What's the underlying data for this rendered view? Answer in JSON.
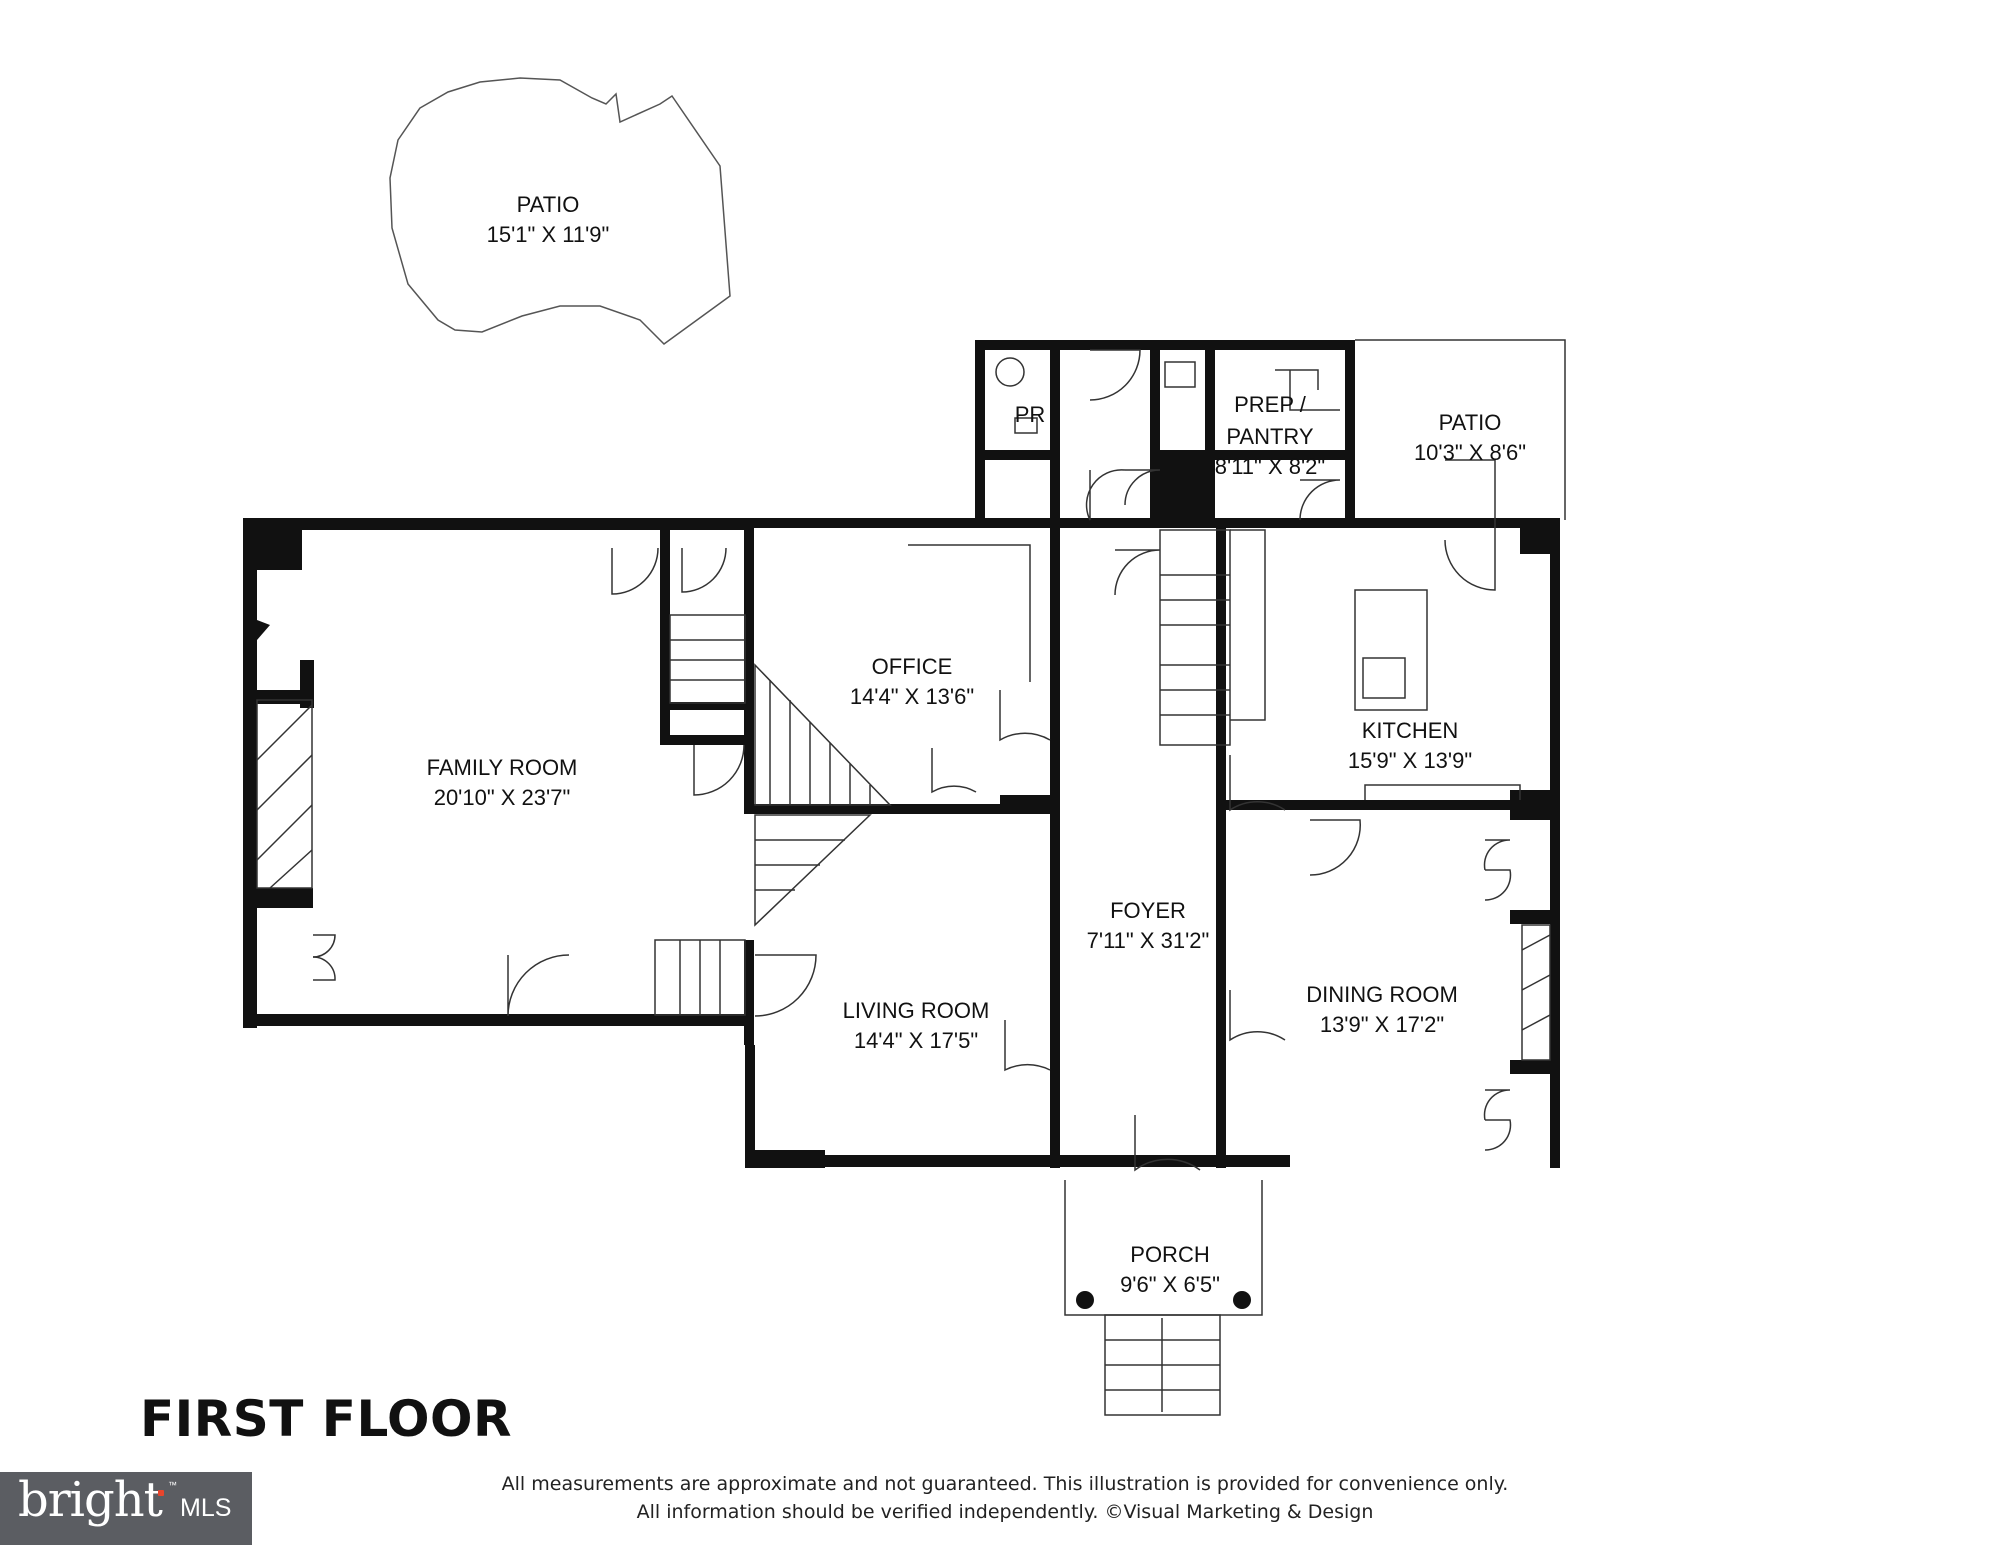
{
  "plan_title": "FIRST FLOOR",
  "rooms": {
    "patio_top": {
      "name": "PATIO",
      "dims": "15'1\" X 11'9\""
    },
    "powder_room": {
      "name": "PR"
    },
    "prep_pantry": {
      "name_line1": "PREP /",
      "name_line2": "PANTRY",
      "dims": "8'11\" X 8'2\""
    },
    "patio_right": {
      "name": "PATIO",
      "dims": "10'3\" X 8'6\""
    },
    "office": {
      "name": "OFFICE",
      "dims": "14'4\" X 13'6\""
    },
    "kitchen": {
      "name": "KITCHEN",
      "dims": "15'9\" X 13'9\""
    },
    "family_room": {
      "name": "FAMILY ROOM",
      "dims": "20'10\" X 23'7\""
    },
    "foyer": {
      "name": "FOYER",
      "dims": "7'11\" X 31'2\""
    },
    "living_room": {
      "name": "LIVING ROOM",
      "dims": "14'4\" X 17'5\""
    },
    "dining_room": {
      "name": "DINING ROOM",
      "dims": "13'9\" X 17'2\""
    },
    "porch": {
      "name": "PORCH",
      "dims": "9'6\" X 6'5\""
    }
  },
  "disclaimer": {
    "line1": "All measurements are approximate and not guaranteed. This illustration is provided for convenience only.",
    "line2": "All information should be verified independently. ©Visual Marketing & Design"
  },
  "logo": {
    "brand": "bright",
    "suffix": "MLS",
    "trademark": "™"
  },
  "colors": {
    "wall": "#111111",
    "line": "#333333",
    "logo_bg": "#5b5d62",
    "logo_accent": "#e8452c"
  }
}
